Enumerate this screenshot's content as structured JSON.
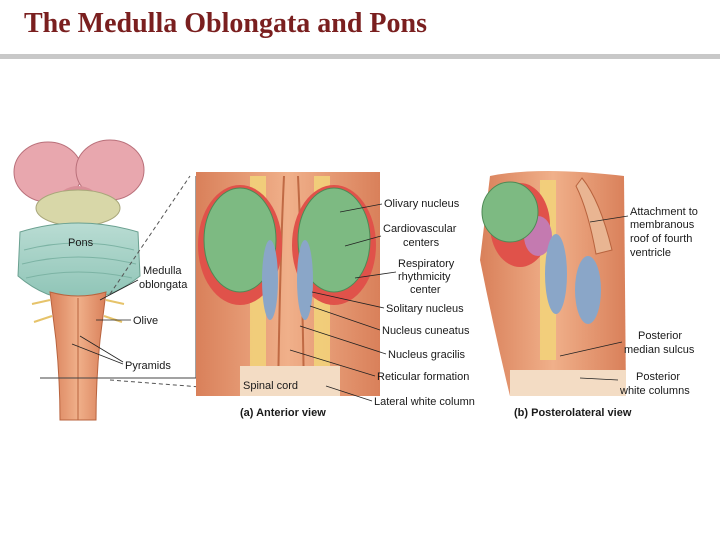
{
  "title": "The Medulla Oblongata and Pons",
  "left_labels": {
    "pons": "Pons",
    "medulla_line1": "Medulla",
    "medulla_line2": "oblongata",
    "olive": "Olive",
    "pyramids": "Pyramids"
  },
  "center_labels": {
    "olivary_nucleus": "Olivary nucleus",
    "cardio_line1": "Cardiovascular",
    "cardio_line2": "centers",
    "resp_line1": "Respiratory",
    "resp_line2": "rhythmicity",
    "resp_line3": "center",
    "solitary_nucleus": "Solitary nucleus",
    "nucleus_cuneatus": "Nucleus cuneatus",
    "nucleus_gracilis": "Nucleus gracilis",
    "reticular_formation": "Reticular formation",
    "lateral_white_column": "Lateral white column",
    "spinal_cord": "Spinal cord"
  },
  "right_labels": {
    "attach_line1": "Attachment to",
    "attach_line2": "membranous",
    "attach_line3": "roof of fourth",
    "attach_line4": "ventricle",
    "post_median_line1": "Posterior",
    "post_median_line2": "median sulcus",
    "post_white_line1": "Posterior",
    "post_white_line2": "white columns"
  },
  "captions": {
    "anterior": "(a) Anterior view",
    "posterolateral": "(b) Posterolateral view"
  }
}
